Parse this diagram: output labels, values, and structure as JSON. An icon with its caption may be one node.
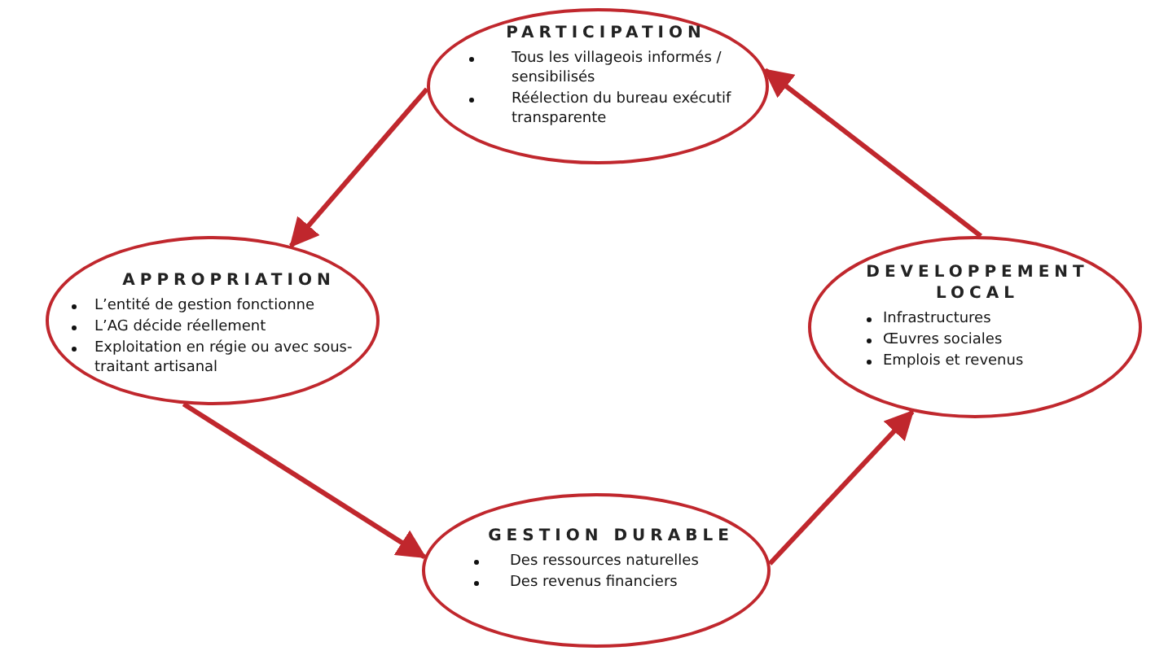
{
  "diagram": {
    "nodes": [
      {
        "text": [
          "PARTICIPATION",
          "Tous les villageois informés / sensibilisés",
          "Réélection du bureau exécutif transparente"
        ]
      },
      {
        "text": [
          "APPROPRIATION",
          "L’entité de gestion fonctionne",
          "L’AG décide réellement",
          "Exploitation en régie ou avec sous-traitant artisanal"
        ]
      },
      {
        "text": [
          "DEVELOPPEMENT LOCAL",
          "Infrastructures",
          "Œuvres sociales",
          "Emplois et revenus"
        ]
      },
      {
        "text": [
          "GESTION DURABLE",
          "Des ressources naturelles",
          "Des revenus financiers"
        ]
      }
    ],
    "edges": [
      {
        "from": 0,
        "to": 1,
        "arrow": "to"
      },
      {
        "from": 1,
        "to": 3,
        "arrow": "to"
      },
      {
        "from": 3,
        "to": 2,
        "arrow": "to"
      },
      {
        "from": 2,
        "to": 0,
        "arrow": "to"
      }
    ]
  }
}
